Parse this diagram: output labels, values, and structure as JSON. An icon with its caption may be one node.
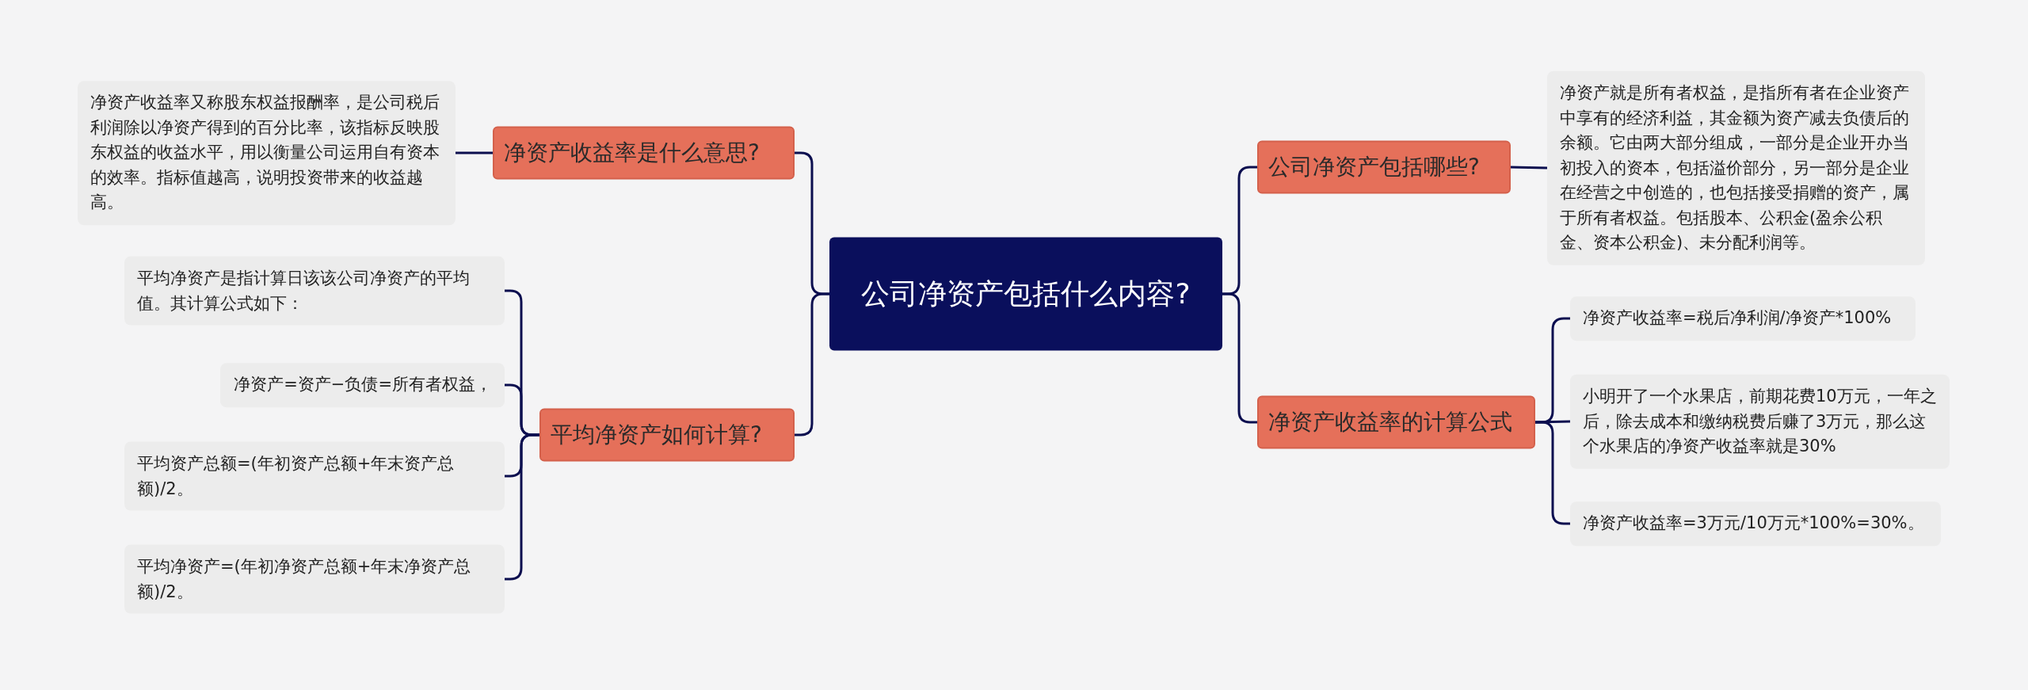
{
  "diagram": {
    "nodes": [
      {
        "text": [
          "公司净资产包括什么内容?"
        ]
      },
      {
        "text": [
          "净资产收益率是什么意思?"
        ]
      },
      {
        "text": [
          "净资产收益率又称股东权益报酬率，是公司税后利润除以净资产得到的百分比率，该指标反映股东权益的收益水平，用以衡量公司运用自有资本的效率。指标值越高，说明投资带来的收益越高。"
        ]
      },
      {
        "text": [
          "平均净资产如何计算?"
        ]
      },
      {
        "text": [
          "平均净资产是指计算日该该公司净资产的平均值。其计算公式如下："
        ]
      },
      {
        "text": [
          "净资产=资产−负债=所有者权益，"
        ]
      },
      {
        "text": [
          "平均资产总额=(年初资产总额+年末资产总额)/2。"
        ]
      },
      {
        "text": [
          "平均净资产=(年初净资产总额+年末净资产总额)/2。"
        ]
      },
      {
        "text": [
          "公司净资产包括哪些?"
        ]
      },
      {
        "text": [
          "净资产就是所有者权益，是指所有者在企业资产中享有的经济利益，其金额为资产减去负债后的余额。它由两大部分组成，一部分是企业开办当初投入的资本，包括溢价部分，另一部分是企业在经营之中创造的，也包括接受捐赠的资产，属于所有者权益。包括股本、公积金(盈余公积金、资本公积金)、未分配利润等。"
        ]
      },
      {
        "text": [
          "净资产收益率的计算公式"
        ]
      },
      {
        "text": [
          "净资产收益率=税后净利润/净资产*100%"
        ]
      },
      {
        "text": [
          "小明开了一个水果店，前期花费10万元，一年之后，除去成本和缴纳税费后赚了3万元，那么这个水果店的净资产收益率就是30%"
        ]
      },
      {
        "text": [
          "净资产收益率=3万元/10万元*100%=30%。"
        ]
      }
    ],
    "edges": [
      {
        "from": 0,
        "to": 1,
        "arrow": "none"
      },
      {
        "from": 1,
        "to": 2,
        "arrow": "none"
      },
      {
        "from": 0,
        "to": 3,
        "arrow": "none"
      },
      {
        "from": 3,
        "to": 4,
        "arrow": "none"
      },
      {
        "from": 3,
        "to": 5,
        "arrow": "none"
      },
      {
        "from": 3,
        "to": 6,
        "arrow": "none"
      },
      {
        "from": 3,
        "to": 7,
        "arrow": "none"
      },
      {
        "from": 0,
        "to": 8,
        "arrow": "none"
      },
      {
        "from": 8,
        "to": 9,
        "arrow": "none"
      },
      {
        "from": 0,
        "to": 10,
        "arrow": "none"
      },
      {
        "from": 10,
        "to": 11,
        "arrow": "none"
      },
      {
        "from": 10,
        "to": 12,
        "arrow": "none"
      },
      {
        "from": 10,
        "to": 13,
        "arrow": "none"
      }
    ]
  }
}
